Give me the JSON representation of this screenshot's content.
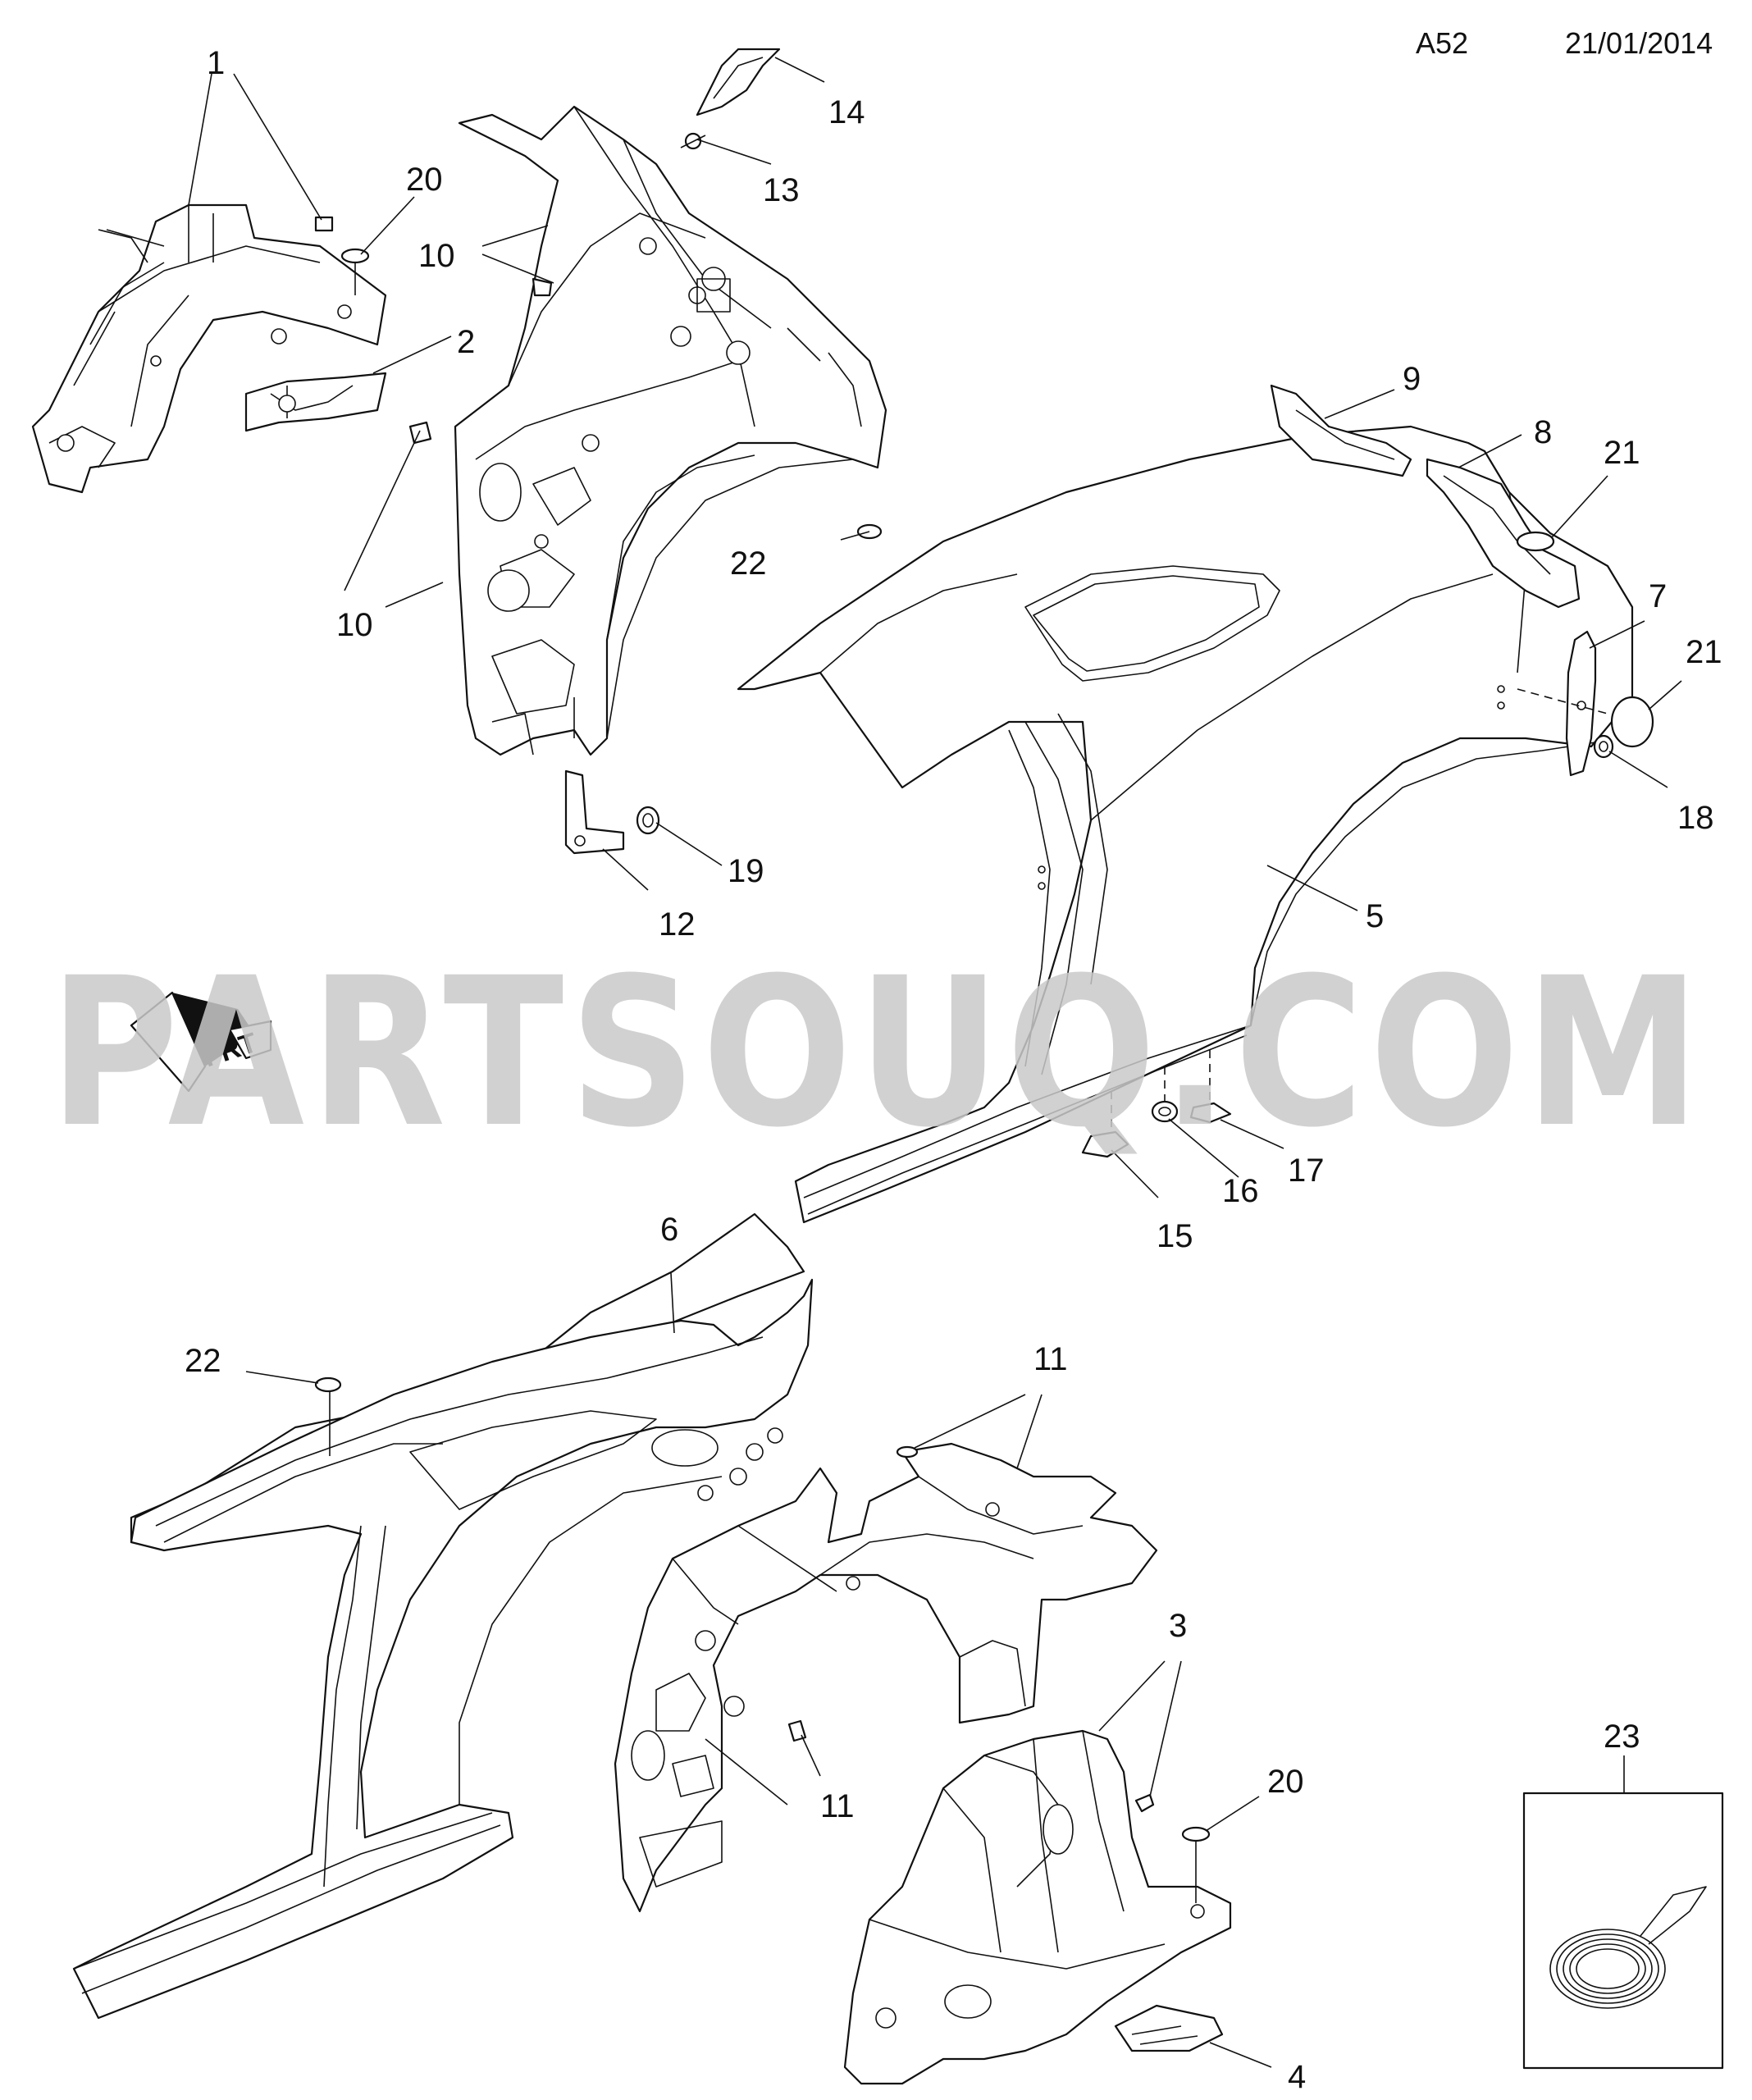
{
  "header": {
    "code": "A52",
    "date": "21/01/2014"
  },
  "watermark": "PARTSOUQ.COM",
  "direction_marker": "FRT",
  "callouts": [
    "1",
    "2",
    "3",
    "4",
    "5",
    "6",
    "7",
    "8",
    "9",
    "10",
    "10",
    "10",
    "11",
    "11",
    "12",
    "13",
    "14",
    "15",
    "16",
    "17",
    "18",
    "19",
    "20",
    "20",
    "21",
    "21",
    "22",
    "22",
    "23"
  ]
}
